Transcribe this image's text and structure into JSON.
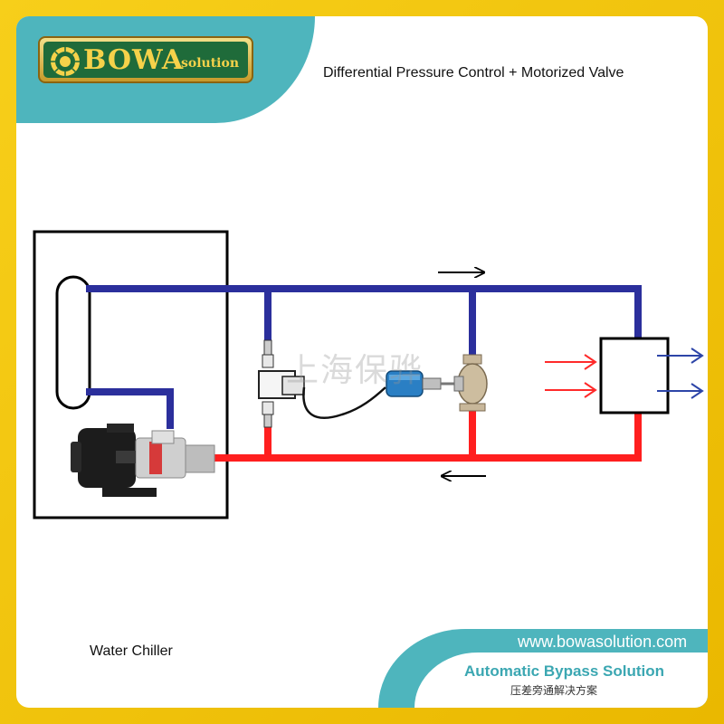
{
  "brand": {
    "name": "BOWA",
    "suffix": "solution",
    "website": "www.bowasolution.com",
    "tagline": "Automatic Bypass Solution",
    "tagline_cn": "压差旁通解决方案",
    "watermark": "上海保骅"
  },
  "diagram": {
    "title": "Differential Pressure Control + Motorized Valve",
    "chiller_label": "Water Chiller"
  },
  "colors": {
    "supply_pipe": "#2b2f9c",
    "return_pipe": "#ff1f1f",
    "brand_teal": "#4eb5bd",
    "frame_gold": "#f2c300",
    "flow_arrow_in": "#ff2a2a",
    "flow_arrow_out": "#2d45a8"
  },
  "icons": {
    "logo": "sun-emblem-icon",
    "tank": "buffer-tank-icon",
    "pump": "water-pump-icon",
    "switch": "differential-pressure-switch-icon",
    "actuator": "valve-actuator-icon",
    "valve": "motorized-valve-icon",
    "load": "heat-exchanger-icon"
  }
}
